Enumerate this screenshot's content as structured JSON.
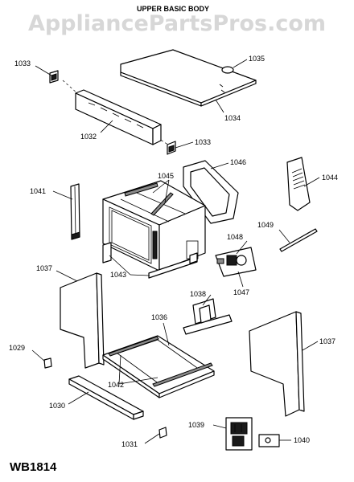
{
  "header": {
    "watermark": "AppliancePartsPros.com",
    "subtitle": "UPPER BASIC BODY"
  },
  "footer": {
    "drawing_code": "WB1814"
  },
  "callouts": [
    {
      "id": "1033a",
      "text": "1033"
    },
    {
      "id": "1035",
      "text": "1035"
    },
    {
      "id": "1034",
      "text": "1034"
    },
    {
      "id": "1032",
      "text": "1032"
    },
    {
      "id": "1033b",
      "text": "1033"
    },
    {
      "id": "1045",
      "text": "1045"
    },
    {
      "id": "1046",
      "text": "1046"
    },
    {
      "id": "1044",
      "text": "1044"
    },
    {
      "id": "1041",
      "text": "1041"
    },
    {
      "id": "1049",
      "text": "1049"
    },
    {
      "id": "1048",
      "text": "1048"
    },
    {
      "id": "1037a",
      "text": "1037"
    },
    {
      "id": "1043",
      "text": "1043"
    },
    {
      "id": "1047",
      "text": "1047"
    },
    {
      "id": "1038",
      "text": "1038"
    },
    {
      "id": "1036",
      "text": "1036"
    },
    {
      "id": "1029",
      "text": "1029"
    },
    {
      "id": "1037b",
      "text": "1037"
    },
    {
      "id": "1042",
      "text": "1042"
    },
    {
      "id": "1030",
      "text": "1030"
    },
    {
      "id": "1039",
      "text": "1039"
    },
    {
      "id": "1040",
      "text": "1040"
    },
    {
      "id": "1031",
      "text": "1031"
    }
  ]
}
